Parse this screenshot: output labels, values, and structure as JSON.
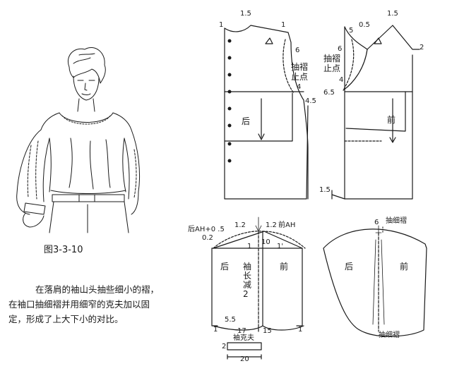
{
  "figure": {
    "caption": "图3-3-10",
    "description_lines": [
      "在落肩的袖山头抽些细小的褶，",
      "在袖口抽细褶并用细窄的克夫加以固",
      "定，形成了上大下小的对比。"
    ]
  },
  "bodice": {
    "back_label": "后",
    "front_label": "前",
    "dim_neck_width": "1.5",
    "dim_back_neck_rise": "1",
    "dim_back_shoulder_end": "1",
    "dim_back_armhole": "6",
    "gather_stop_back": "抽褶\n止点",
    "dim_back_armhole_in": "4",
    "dim_back_side": "4.5",
    "dim_front_neck_width": "1.5",
    "dim_front_neck_drop_a": "5",
    "dim_front_neck_drop_b": "0.5",
    "dim_front_armhole": "6",
    "gather_stop_front": "抽褶\n止点",
    "dim_front_armhole_in": "4",
    "dim_front_chest": "6.5",
    "dim_front_shoulder": "2",
    "dim_hem_rise": "1.5"
  },
  "sleeve": {
    "back_ah": "后AH+0 .5",
    "front_ah": "前AH",
    "dim_left_cap": "1.2",
    "dim_right_cap": "1.2",
    "dim_cap_height": "10",
    "dim_cap_offset": "0.2",
    "dim_cap_one": "1",
    "dim_cap_one_prime": "1'",
    "back_label": "后",
    "front_label": "前",
    "length_note": "袖\n长\n减\n2",
    "dim_cuff_gap_left": "5.5",
    "dim_cuff_one_left": "1",
    "dim_cuff_half_left": "17",
    "dim_cuff_half_right": "15",
    "dim_cuff_one_right": "1",
    "cuff_label": "袖克夫",
    "dim_cuff_height": "2",
    "dim_cuff_length": "20"
  },
  "sleeve_gathered": {
    "gather_top_label": "抽细褶",
    "gather_top_dim": "6",
    "back_label": "后",
    "front_label": "前",
    "gather_bottom_label": "抽细褶"
  }
}
